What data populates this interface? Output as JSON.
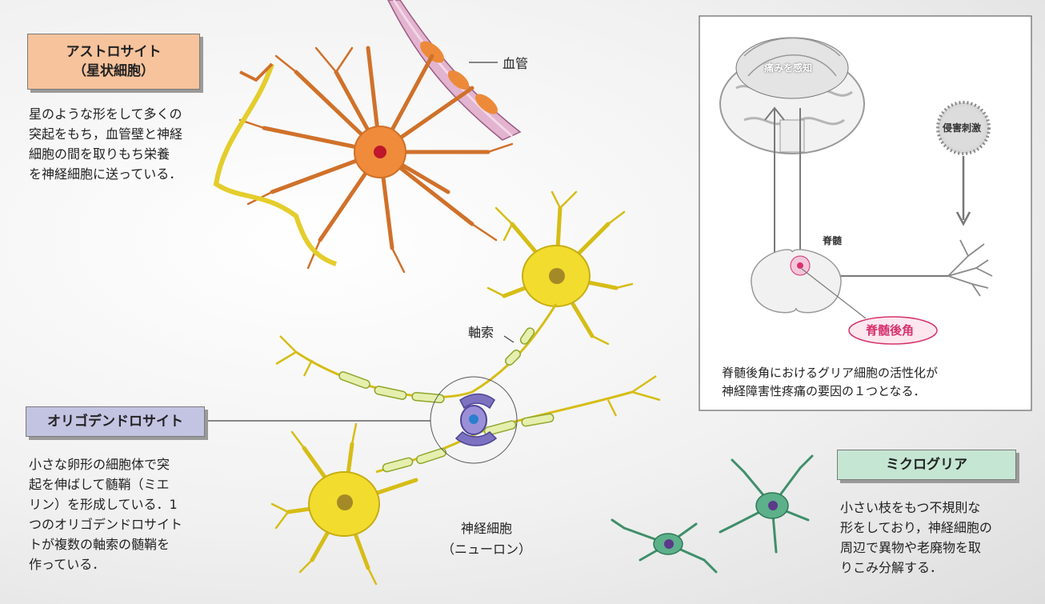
{
  "astrocyte": {
    "title1": "アストロサイト",
    "title2": "（星状細胞）",
    "desc": [
      "星のような形をして多くの",
      "突起をもち，血管壁と神経",
      "細胞の間を取りもち栄養",
      "を神経細胞に送っている．"
    ]
  },
  "blood_vessel_label": "血管",
  "axon_label": "軸索",
  "oligodendrocyte": {
    "title": "オリゴデンドロサイト",
    "desc": [
      "小さな卵形の細胞体で突",
      "起を伸ばして髄鞘（ミエ",
      "リン）を形成している．1",
      "つのオリゴデンドロサイト",
      "トが複数の軸索の髄鞘を",
      "作っている．"
    ]
  },
  "neuron": {
    "label1": "神経細胞",
    "label2": "（ニューロン）"
  },
  "microglia": {
    "title": "ミクログリア",
    "desc": [
      "小さい枝をもつ不規則な",
      "形をしており，神経細胞の",
      "周辺で異物や老廃物を取",
      "りこみ分解する．"
    ]
  },
  "inset": {
    "pain_label": "痛みを感知",
    "noxious_label": "侵害刺激",
    "spinal_cord_label": "脊髄",
    "dorsal_horn_label": "脊髄後角",
    "caption": [
      "脊髄後角におけるグリア細胞の活性化が",
      "神経障害性疼痛の要因の１つとなる．"
    ]
  },
  "colors": {
    "astro_box": "#f6c39c",
    "oligo_box": "#c3c3e2",
    "micro_box": "#c5e6d3",
    "astrocyte": "#ec8a3a",
    "neuron": "#e9d226",
    "myelin": "#e6efae",
    "microglia": "#4fa37c",
    "vessel": "#d79bbf",
    "dorsal_horn": "#d6336c"
  }
}
